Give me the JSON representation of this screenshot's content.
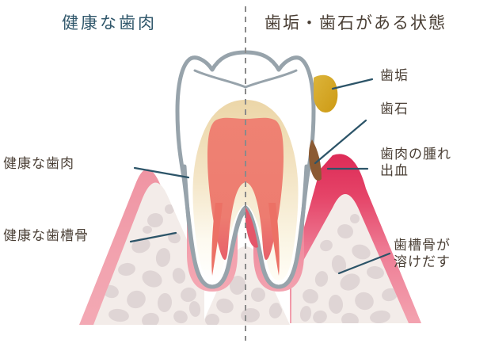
{
  "figure": {
    "kind": "dental-cross-section-comparison",
    "titles": {
      "left": "健康な歯肉",
      "right": "歯垢・歯石がある状態"
    },
    "labels": {
      "healthy_gum": "健康な歯肉",
      "healthy_alveolar_bone": "健康な歯槽骨",
      "plaque": "歯垢",
      "tartar": "歯石",
      "gum_swelling_bleeding": "歯肉の腫れ\n出血",
      "bone_dissolving": "歯槽骨が\n溶けだす"
    },
    "colors": {
      "title_left": "#30576b",
      "title_right": "#4a3f35",
      "label_text": "#4a3f35",
      "leader_line": "#2c5468",
      "divider": "#8a8a8a",
      "enamel_outline": "#97a3ab",
      "enamel_fill": "#ffffff",
      "dentin_top": "#edd9af",
      "dentin_bottom": "#fdfbf3",
      "pulp": "#ef8273",
      "pulp_deep": "#e4566a",
      "gum_healthy": "#f09aa7",
      "gum_healthy_light": "#f4aab5",
      "gum_inflamed": "#e23a62",
      "gum_inflamed_light": "#f096ab",
      "bone": "#f3ece9",
      "bone_cell": "#ded3d3",
      "plaque": "#d5a722",
      "tartar": "#8b5a33"
    }
  }
}
